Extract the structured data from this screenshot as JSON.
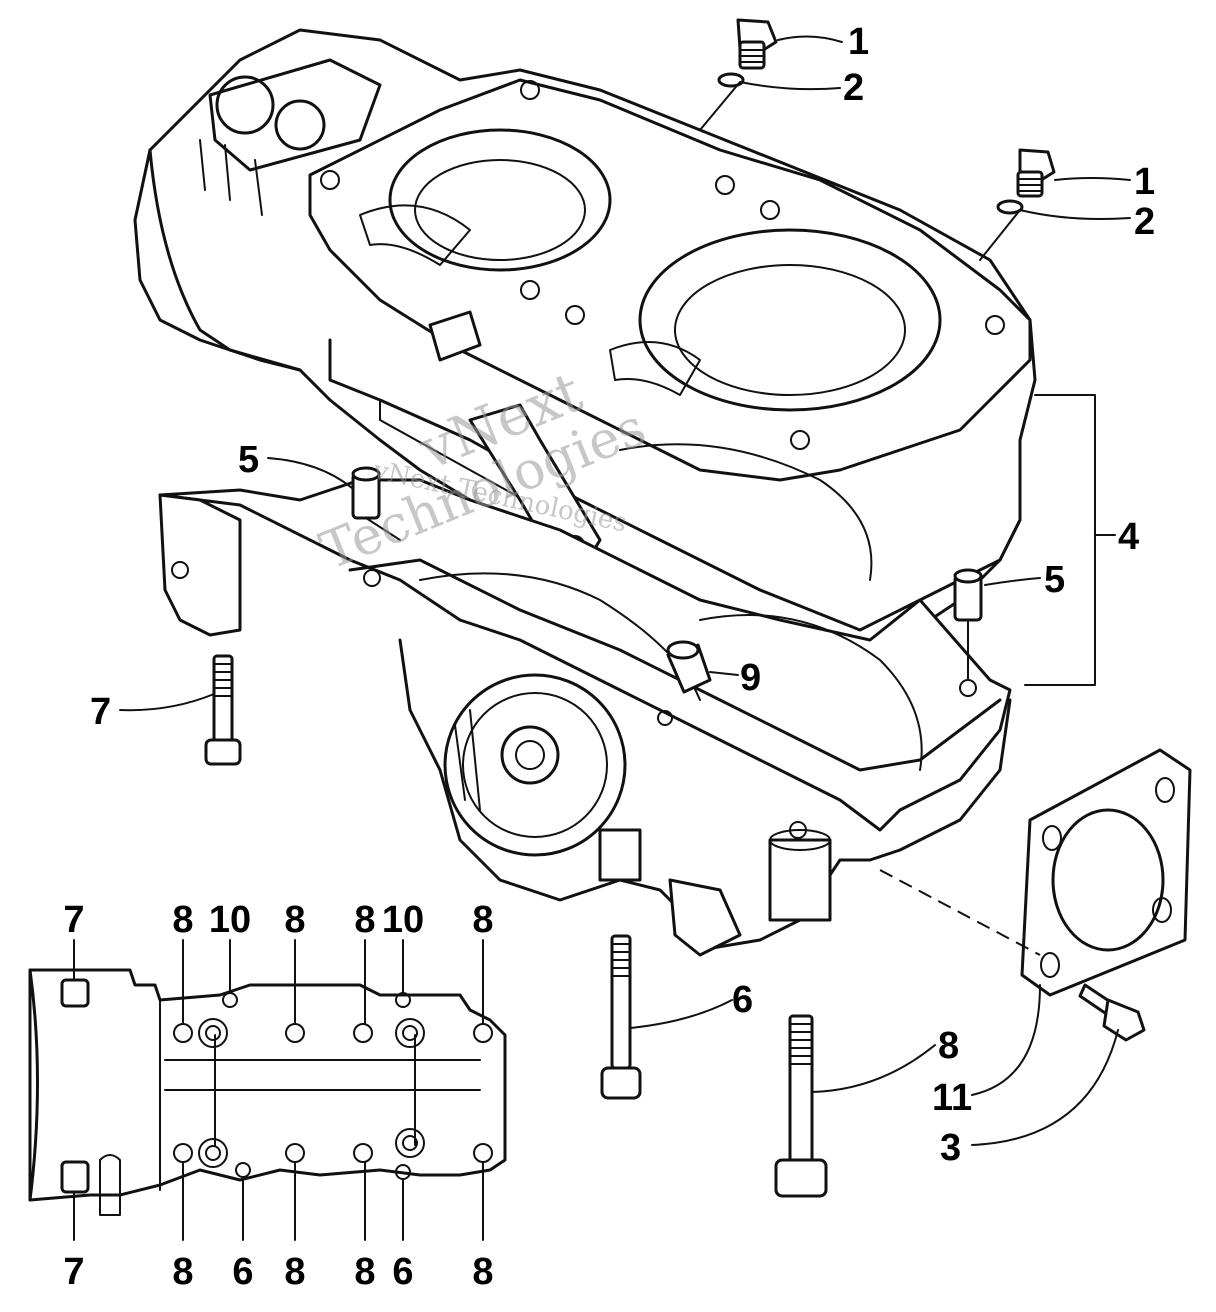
{
  "watermark": {
    "line1": "vNext",
    "line2": "Technologies",
    "line3": "vNext Technologies"
  },
  "callouts": {
    "top_plug_1": "1",
    "top_washer_2": "2",
    "right_plug_1": "1",
    "right_washer_2": "2",
    "crankcase_assembly_4": "4",
    "left_dowel_5": "5",
    "right_dowel_5": "5",
    "bolt_7": "7",
    "bushing_9": "9",
    "bolt_6": "6",
    "bolt_8": "8",
    "gasket_11": "11",
    "screw_3": "3"
  },
  "bolt_pattern": {
    "top_labels": [
      "7",
      "8",
      "10",
      "8",
      "8",
      "10",
      "8"
    ],
    "bottom_labels": [
      "7",
      "8",
      "6",
      "8",
      "8",
      "6",
      "8"
    ]
  }
}
